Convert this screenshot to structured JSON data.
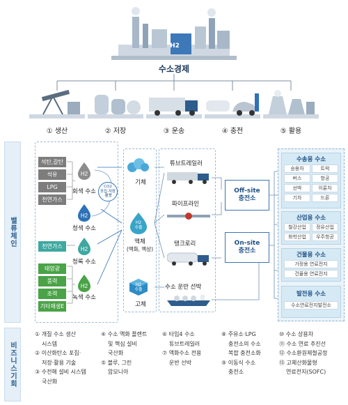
{
  "header": {
    "title": "수소경제",
    "plant_badge": "H2"
  },
  "stages": [
    "① 생산",
    "② 저장",
    "③ 운송",
    "④ 충전",
    "⑤ 활용"
  ],
  "sidebar": {
    "value_chain": "밸류체인",
    "business": "비즈니스기회"
  },
  "production": {
    "gray_sources": [
      "석탄,갈탄",
      "석유",
      "LPG",
      "천연가스"
    ],
    "gray_label": "회색 수소",
    "ccs_tag": [
      "CO2",
      "포집·저장",
      "·활용"
    ],
    "blue_label": "청색 수소",
    "turquoise_source": "천연가스",
    "turquoise_label": "청록 수소",
    "green_sources": [
      "태양광",
      "풍력",
      "조력",
      "기타재생E"
    ],
    "green_label": "녹색 수소",
    "h2": "H2"
  },
  "storage": {
    "gas": "기체",
    "liquid_tag": [
      "H2",
      "수출"
    ],
    "liquid": "액체",
    "liquid_sub": "(액화, 액상)",
    "solid_tag": [
      "H2",
      "수출"
    ],
    "solid": "고체"
  },
  "transport": {
    "items": [
      "튜브트레일러",
      "파이프라인",
      "탱크로리",
      "수소 운반 선박"
    ]
  },
  "charging": {
    "offsite": [
      "Off-site",
      "충전소"
    ],
    "onsite": [
      "On-site",
      "충전소"
    ]
  },
  "usage": {
    "transport": {
      "title": "수송용 수소",
      "items": [
        "승용차",
        "트럭",
        "버스",
        "항공",
        "선박",
        "이륜차",
        "기차",
        "드론"
      ]
    },
    "industry": {
      "title": "산업용 수소",
      "items": [
        "철강산업",
        "정유산업",
        "화학산업",
        "우주항공"
      ]
    },
    "building": {
      "title": "건물용 수소",
      "items": [
        "가정용 연료전지",
        "건물용 연료전지"
      ]
    },
    "power": {
      "title": "발전용 수소",
      "items": [
        "수소연료전지발전소"
      ]
    }
  },
  "business": {
    "col1": [
      "① 개질 수소 생산",
      "시스템",
      "② 이산화탄소 포집·",
      "저장·활용 기술",
      "③ 수전해 설비 시스템",
      "국산화"
    ],
    "col2": [
      "④ 수소 액화 플랜트",
      "및 핵심 설비",
      "국산화",
      "⑤ 블루, 그린",
      "암모니아"
    ],
    "col3": [
      "⑥ 타입4 수소",
      "튜브트레일러",
      "⑦ 액화수소 전용",
      "운반 선박"
    ],
    "col4": [
      "⑧ 주유소·LPG",
      "충전소의 수소",
      "복합 충전소화",
      "⑨ 이동식 수소",
      "충전소"
    ],
    "col5": [
      "⑩ 수소 상용차",
      "⑪ 수소 연료 추진선",
      "⑫ 수소환원제철공정",
      "⑬ 고체산화물형",
      "연료전지(SOFC)"
    ]
  },
  "colors": {
    "accent": "#2d72b7",
    "green": "#4aa347",
    "gray": "#7d7d7d",
    "panel": "#eaf3f9"
  }
}
